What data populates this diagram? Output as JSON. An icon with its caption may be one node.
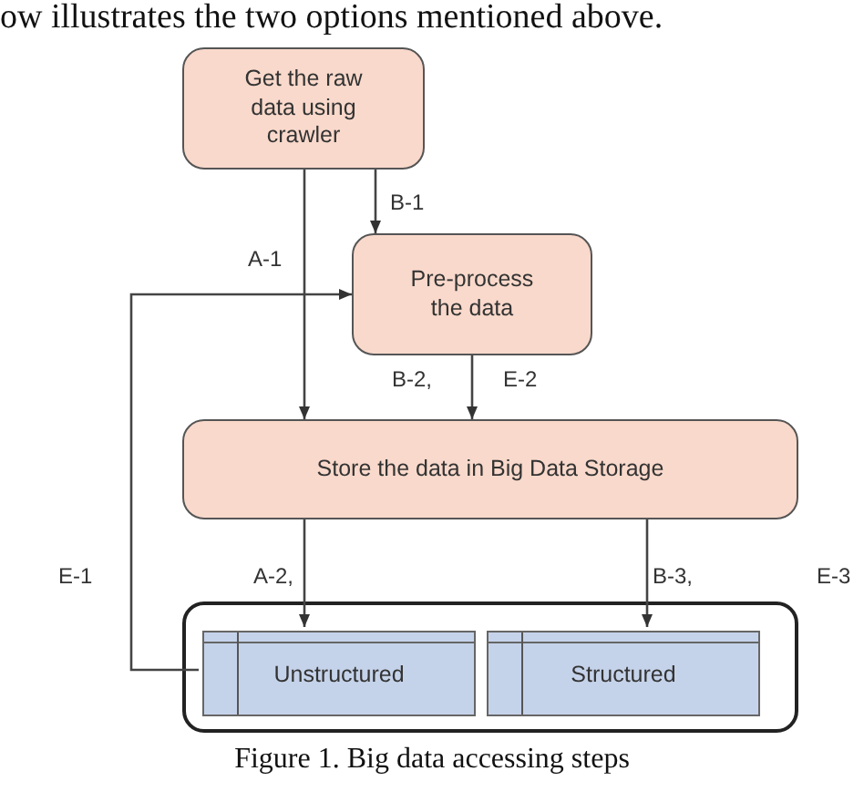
{
  "diagram": {
    "caption": "Figure 1. Big data accessing steps",
    "nodes": [
      {
        "text": [
          "Get the raw data using crawler"
        ]
      },
      {
        "text": [
          "Pre-process the data"
        ]
      },
      {
        "text": [
          "Store the data in Big Data Storage"
        ]
      },
      {
        "text": [],
        "shape": "box"
      },
      {
        "text": [
          "Unstructured"
        ],
        "in": 3
      },
      {
        "text": [
          "Structured"
        ],
        "in": 3
      }
    ],
    "edges": [
      {
        "from": 0,
        "to": 2,
        "arrow": "to",
        "label": "A-1"
      },
      {
        "from": 0,
        "to": 1,
        "arrow": "to",
        "label": "B-1"
      },
      {
        "from": 1,
        "to": 2,
        "arrow": "to",
        "label": "B-2,"
      },
      {
        "from": 2,
        "to": 4,
        "arrow": "to",
        "label": "A-2,"
      },
      {
        "from": 2,
        "to": 5,
        "arrow": "to",
        "label": "B-3,"
      },
      {
        "from": 4,
        "to": 1,
        "arrow": "to"
      }
    ],
    "labels": [
      "ow illustrates the two options mentioned above.",
      "E-2",
      "E-1",
      "E-3"
    ]
  }
}
